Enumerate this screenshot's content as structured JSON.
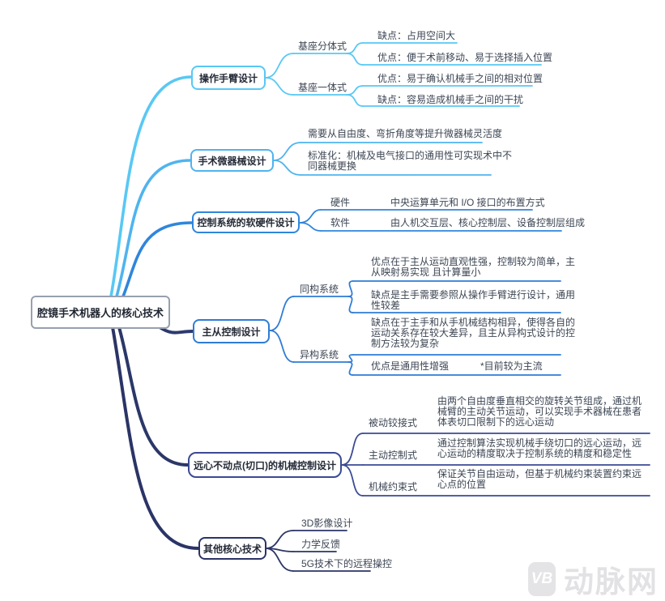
{
  "root": {
    "title": "腔镜手术机器人的核心技术"
  },
  "colors": {
    "b1": "#58c8f5",
    "b2": "#4fb4ef",
    "b3": "#2f86dc",
    "b4": "#2e7cd6",
    "b4_link": "#2c3a6e",
    "b5": "#3b4a94",
    "b5_link": "#2b3768",
    "b6": "#2b3466",
    "root_border": "#98a0ae",
    "leaf_text": "#3d4654",
    "watermark": "#e3e3e5"
  },
  "b1": {
    "title": "操作手臂设计",
    "g1": {
      "label": "基座分体式",
      "c1": "缺点：占用空间大",
      "c2": "优点：便于术前移动、易于选择插入位置"
    },
    "g2": {
      "label": "基座一体式",
      "c1": "优点：易于确认机械手之间的相对位置",
      "c2": "缺点：容易造成机械手之间的干扰"
    }
  },
  "b2": {
    "title": "手术微器械设计",
    "c1": "需要从自由度、弯折角度等提升微器械灵活度",
    "c2": "标准化：机械及电气接口的通用性可实现术中不同器械更换"
  },
  "b3": {
    "title": "控制系统的软硬件设计",
    "r1": {
      "label": "硬件",
      "text": "中央运算单元和 I/O 接口的布置方式"
    },
    "r2": {
      "label": "软件",
      "text": "由人机交互层、核心控制层、设备控制层组成"
    }
  },
  "b4": {
    "title": "主从控制设计",
    "g1": {
      "label": "同构系统",
      "c1": "优点在于主从运动直观性强，控制较为简单，主从映射易实现 且计算量小",
      "c2": "缺点是主手需要参照从操作手臂进行设计，通用性较差"
    },
    "g2": {
      "label": "异构系统",
      "c1": "缺点在于主手和从手机械结构相异，使得各自的运动关系存在较大差异，且主从异构式设计的控制方法较为复杂",
      "c2": "优点是通用性增强",
      "note": "*目前较为主流"
    }
  },
  "b5": {
    "title": "远心不动点(切口)的机械控制设计",
    "r1": {
      "label": "被动铰接式",
      "text": "由两个自由度垂直相交的旋转关节组成，通过机械臂的主动关节运动，可以实现手术器械在患者体表切口限制下的远心运动"
    },
    "r2": {
      "label": "主动控制式",
      "text": "通过控制算法实现机械手绕切口的远心运动，远心运动的精度取决于控制系统的精度和稳定性"
    },
    "r3": {
      "label": "机械约束式",
      "text": "保证关节自由运动，但基于机械约束装置约束远心点的位置"
    }
  },
  "b6": {
    "title": "其他核心技术",
    "c1": "3D影像设计",
    "c2": "力学反馈",
    "c3": "5G技术下的远程操控"
  },
  "watermark": {
    "badge": "VB",
    "name": "动脉网"
  }
}
